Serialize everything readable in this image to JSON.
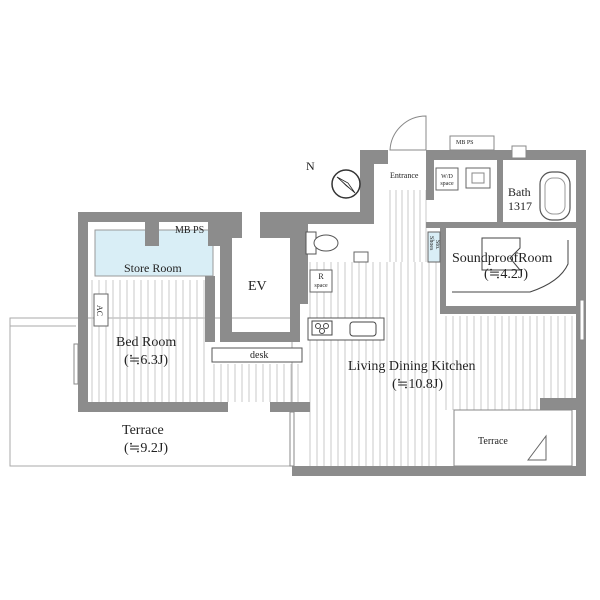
{
  "compass": {
    "north": "N"
  },
  "rooms": {
    "bed_room": {
      "name": "Bed Room",
      "area": "(≒6.3J)"
    },
    "terrace_west": {
      "name": "Terrace",
      "area": "(≒9.2J)"
    },
    "ldk": {
      "name": "Living Dining Kitchen",
      "area": "(≒10.8J)"
    },
    "soundproof": {
      "name": "SoundproofRoom",
      "area": "(≒4.2J)"
    },
    "bath": {
      "name": "Bath",
      "code": "1317"
    },
    "terrace_east": {
      "name": "Terrace"
    },
    "store_room": {
      "name": "Store Room"
    },
    "ev": {
      "name": "EV"
    },
    "entrance": {
      "name": "Entrance"
    }
  },
  "fixtures": {
    "mb_ps_top": "MB PS",
    "mb_ps_left": "MB PS",
    "wd_space": [
      "W/D",
      "space"
    ],
    "r_space": [
      "R",
      "space"
    ],
    "shoes": [
      "Shoes",
      "Sto."
    ],
    "ac": "AC",
    "desk": "desk"
  },
  "colors": {
    "wall": "#8c8c8c",
    "floor_lines": "#c8c8c8",
    "store_room": "#d9eef6"
  }
}
